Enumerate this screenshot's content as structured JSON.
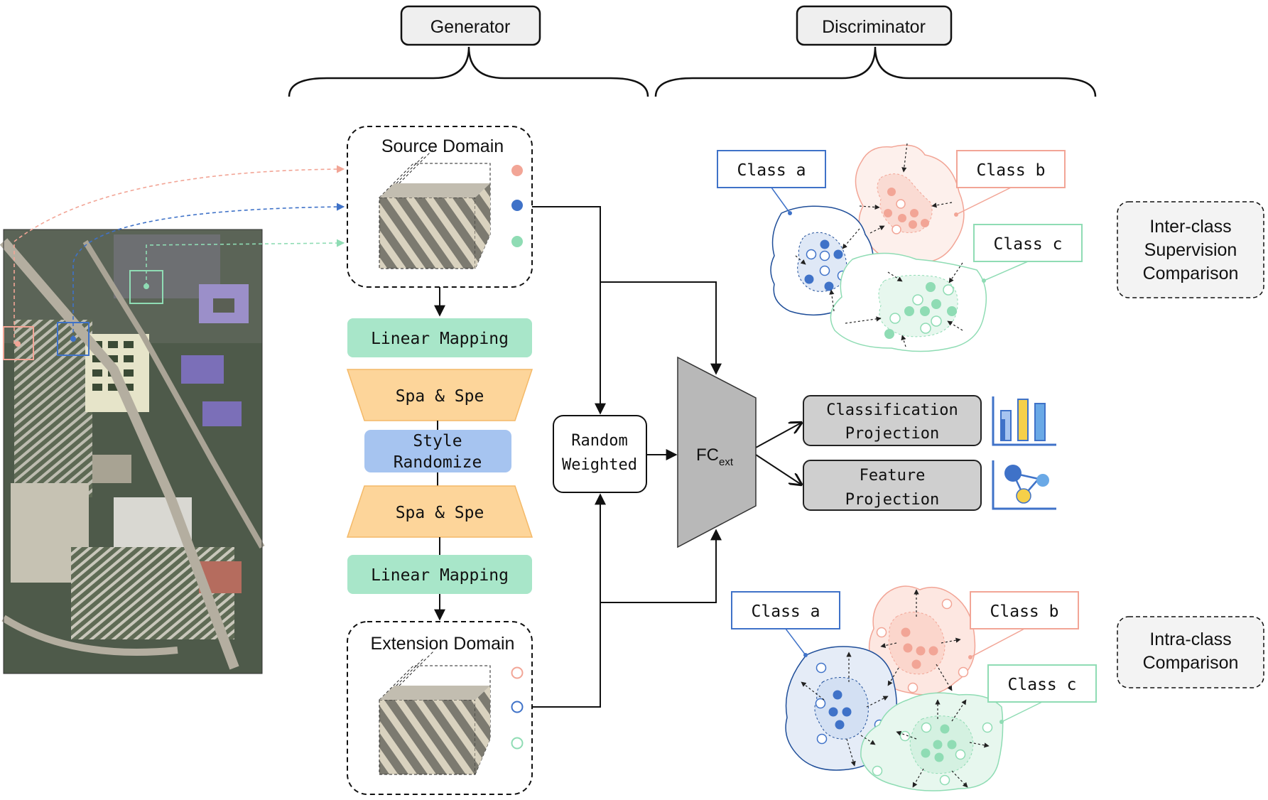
{
  "header": {
    "generator_label": "Generator",
    "discriminator_label": "Discriminator"
  },
  "generator": {
    "source_domain": "Source Domain",
    "extension_domain": "Extension Domain",
    "linear_mapping_top": "Linear Mapping",
    "spa_spe_top": "Spa & Spe",
    "style_randomize_line1": "Style",
    "style_randomize_line2": "Randomize",
    "spa_spe_bottom": "Spa & Spe",
    "linear_mapping_bottom": "Linear Mapping"
  },
  "middle": {
    "random_weighted_line1": "Random",
    "random_weighted_line2": "Weighted",
    "fc_main": "FC",
    "fc_sub": "ext"
  },
  "projections": {
    "classification_line1": "Classification",
    "classification_line2": "Projection",
    "feature_line1": "Feature",
    "feature_line2": "Projection"
  },
  "inter_class": {
    "class_a": "Class a",
    "class_b": "Class b",
    "class_c": "Class c",
    "caption_line1": "Inter-class",
    "caption_line2": "Supervision",
    "caption_line3": "Comparison"
  },
  "intra_class": {
    "class_a": "Class a",
    "class_b": "Class b",
    "class_c": "Class c",
    "caption_line1": "Intra-class",
    "caption_line2": "Comparison"
  },
  "colors": {
    "class_a": "#3f72c8",
    "class_b": "#f2a596",
    "class_c": "#8fdcb4",
    "linear_mapping": "#a8e6c9",
    "spa_spe": "#fdd59a",
    "style_randomize": "#a6c4f0",
    "fc_ext": "#b8b8b8",
    "projection_box": "#cfcfcf"
  }
}
